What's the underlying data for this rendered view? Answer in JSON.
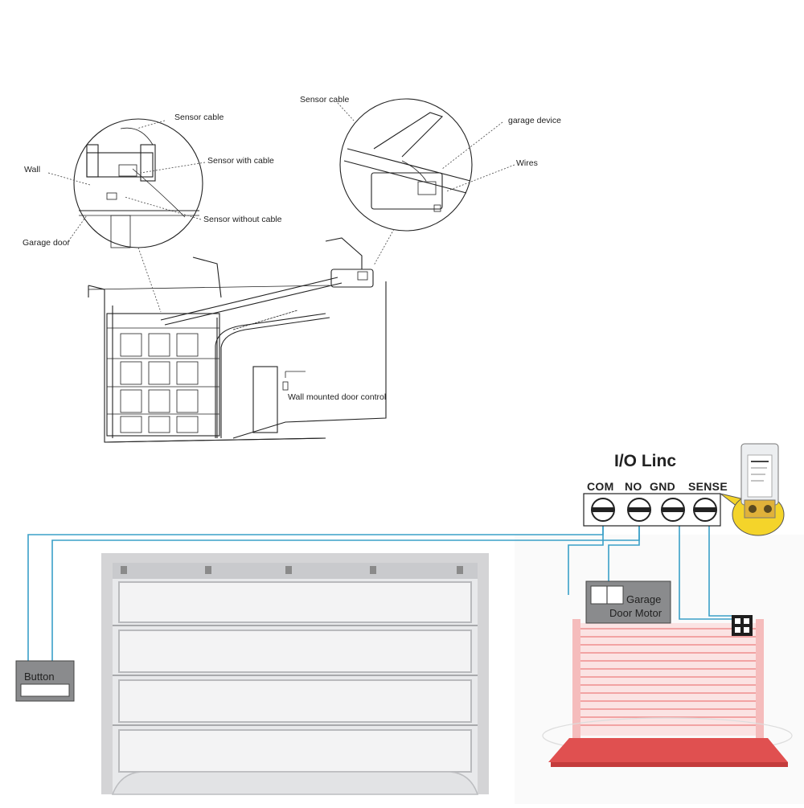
{
  "top_diagram": {
    "labels": {
      "sensor_cable_left": "Sensor cable",
      "wall": "Wall",
      "sensor_with_cable": "Sensor with cable",
      "sensor_without_cable": "Sensor without cable",
      "garage_door": "Garage door",
      "sensor_cable_right": "Sensor cable",
      "garage_device": "garage device",
      "wires": "Wires",
      "wall_control": "Wall mounted door control"
    }
  },
  "wiring": {
    "title": "I/O Linc",
    "terminals": [
      "COM",
      "NO",
      "GND",
      "SENSE"
    ],
    "button_label": "Button",
    "motor_label_line1": "Garage",
    "motor_label_line2": "Door Motor",
    "wire_color": "#3aa0c8"
  }
}
